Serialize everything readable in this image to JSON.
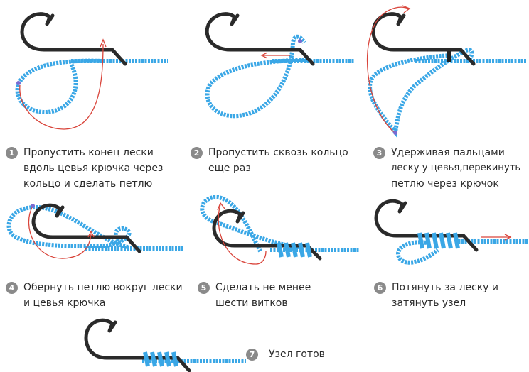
{
  "colors": {
    "line": "#3aa7e6",
    "line_dark": "#1f78b8",
    "hook": "#2a2a2a",
    "arrow": "#d9443a",
    "badge": "#8a8a8a"
  },
  "icons": [
    "fish-hook-icon",
    "red-arrow-icon"
  ],
  "steps": [
    {
      "num": "1",
      "lines": [
        "Пропустить конец лески",
        "вдоль цевья крючка через",
        "кольцо и сделать петлю"
      ]
    },
    {
      "num": "2",
      "lines": [
        "Пропустить сквозь кольцо",
        "еще раз"
      ]
    },
    {
      "num": "3",
      "lines": [
        "Удерживая пальцами",
        "леску у цевья,перекинуть",
        "петлю через крючок"
      ]
    },
    {
      "num": "4",
      "lines": [
        "Обернуть петлю вокруг лески",
        "и цевья крючка"
      ]
    },
    {
      "num": "5",
      "lines": [
        "Сделать не менее",
        "шести витков"
      ]
    },
    {
      "num": "6",
      "lines": [
        "Потянуть за леску и",
        "затянуть узел"
      ]
    },
    {
      "num": "7",
      "lines": [
        "Узел готов"
      ]
    }
  ]
}
